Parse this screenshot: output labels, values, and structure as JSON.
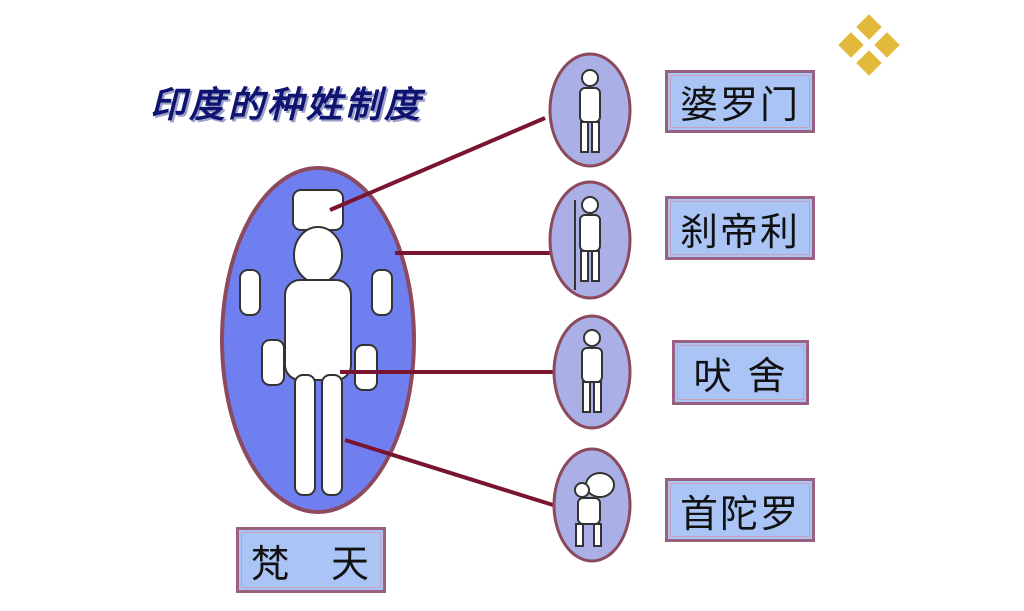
{
  "title": "印度的种姓制度",
  "deity": {
    "label": "梵　天"
  },
  "castes": [
    {
      "label": "婆罗门"
    },
    {
      "label": "刹帝利"
    },
    {
      "label": "吠 舍"
    },
    {
      "label": "首陀罗"
    }
  ],
  "colors": {
    "ellipse_fill": "#6f7ff0",
    "small_oval_fill": "#aab0e6",
    "border": "#8b4a5e",
    "line": "#7a1530",
    "label_bg": "#a9c4f5",
    "logo": "#e2b93a"
  }
}
